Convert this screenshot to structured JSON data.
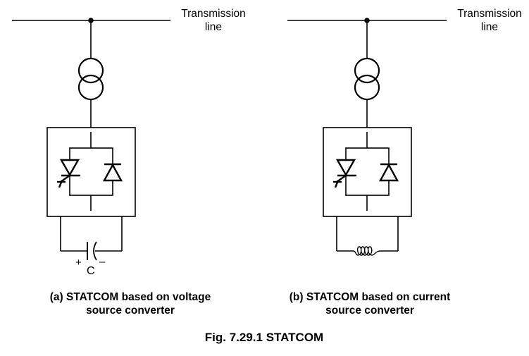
{
  "figure": {
    "caption": "Fig. 7.29.1 STATCOM"
  },
  "panels": [
    {
      "id": "a",
      "line_label_1": "Transmission",
      "line_label_2": "line",
      "caption_line_1": "(a) STATCOM based on voltage",
      "caption_line_2": "source converter",
      "dc_element": "capacitor",
      "dc_label": "C",
      "plus": "+",
      "minus": "–"
    },
    {
      "id": "b",
      "line_label_1": "Transmission",
      "line_label_2": "line",
      "caption_line_1": "(b) STATCOM based on current",
      "caption_line_2": "source converter",
      "dc_element": "inductor"
    }
  ]
}
